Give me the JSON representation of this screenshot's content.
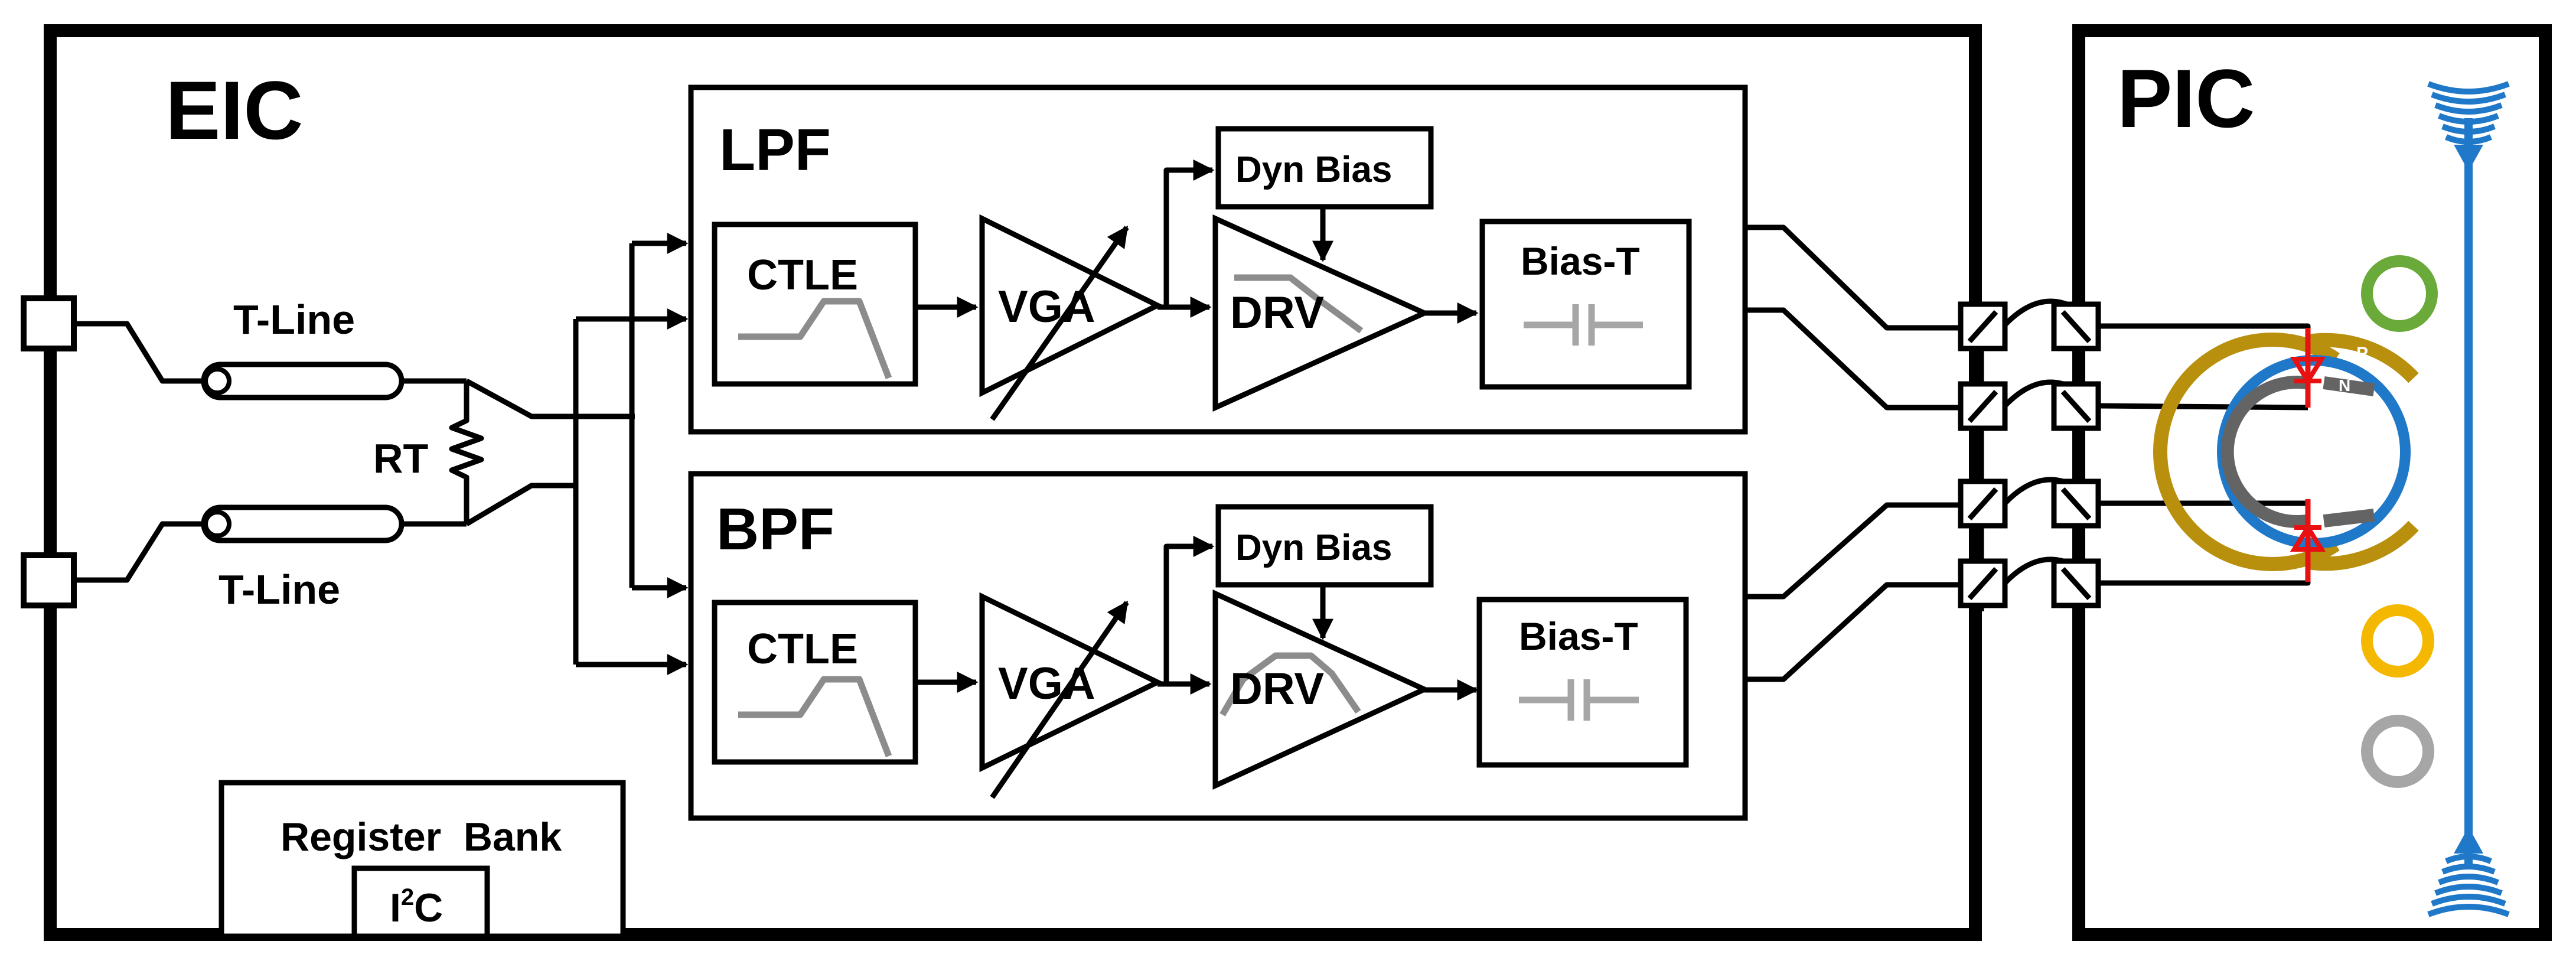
{
  "eic": {
    "label": "EIC"
  },
  "pic": {
    "label": "PIC"
  },
  "inputs": {
    "tline_top": "T-Line",
    "tline_bottom": "T-Line",
    "termination": "RT"
  },
  "paths": [
    {
      "name": "LPF",
      "ctle": "CTLE",
      "vga": "VGA",
      "dyn_bias": "Dyn Bias",
      "drv": "DRV",
      "bias_t": "Bias-T"
    },
    {
      "name": "BPF",
      "ctle": "CTLE",
      "vga": "VGA",
      "dyn_bias": "Dyn Bias",
      "drv": "DRV",
      "bias_t": "Bias-T"
    }
  ],
  "register_bank": {
    "label": "Register  Bank",
    "i2c_main": "I",
    "i2c_sup": "2",
    "i2c_tail": "C"
  },
  "modulator": {
    "p_label": "P",
    "n_label": "N"
  },
  "colors": {
    "waveguide": "#1f78c8",
    "p_region": "#b8900e",
    "n_region": "#646464",
    "junction": "#e81010",
    "ring_green": "#6aaa3a",
    "ring_yellow": "#f5b800",
    "ring_grey": "#a6a6a6"
  }
}
